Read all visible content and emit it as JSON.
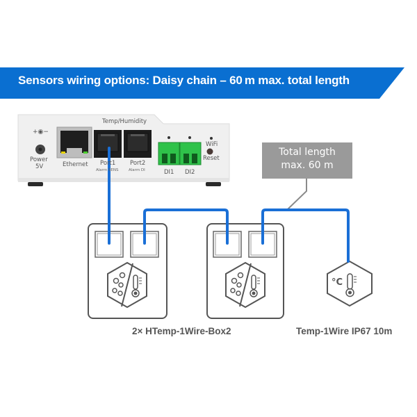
{
  "banner": {
    "title": "Sensors wiring options: Daisy chain – 60 m max. total length",
    "color": "#0a6fd1"
  },
  "device": {
    "group_label": "Temp/Humidity",
    "power": {
      "symbol": "+◉−",
      "label_line1": "Power",
      "label_line2": "5V"
    },
    "ethernet": {
      "label": "Ethernet"
    },
    "port1": {
      "label": "Port1",
      "sublabel": "Alarm SENS"
    },
    "port2": {
      "label": "Port2",
      "sublabel": "Alarm DI"
    },
    "di1": {
      "label": "DI1"
    },
    "di2": {
      "label": "DI2"
    },
    "wifi": {
      "label": "WiFi"
    },
    "reset": {
      "label": "Reset"
    }
  },
  "callout": {
    "line1": "Total length",
    "line2": "max. 60 m",
    "color": "#9a9a9a"
  },
  "cable_color": "#1a6fd6",
  "products": {
    "boxes_label": "2× HTemp-1Wire-Box2",
    "probe_label": "Temp-1Wire IP67 10m",
    "probe_unit": "°C"
  }
}
